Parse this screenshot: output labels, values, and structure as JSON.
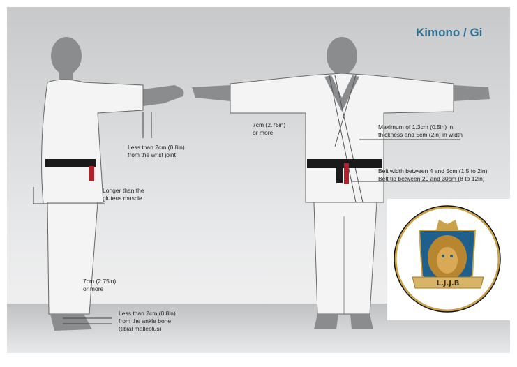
{
  "title": "Kimono / Gi",
  "annotations": {
    "wrist": [
      "Less than 2cm (0.8in)",
      "from the wrist joint"
    ],
    "gluteus": [
      "Longer than the",
      "gluteus muscle"
    ],
    "sleeve_width": [
      "7cm (2.75in)",
      "or more"
    ],
    "pants_width": [
      "7cm (2.75in)",
      "or more"
    ],
    "ankle": [
      "Less than 2cm (0.8in)",
      "from the ankle bone",
      "(tibial malleolus)"
    ],
    "lapel": [
      "Maximum of 1.3cm (0.5in) in",
      "thickness and 5cm (2in) in width"
    ],
    "belt": [
      "Belt width between 4 and 5cm (1.5 to 2in)",
      "Belt tip between 20 and 30cm (8 to 12in)"
    ]
  },
  "logo": {
    "text": "L.J.J.B",
    "colors": {
      "gold": "#c9a24a",
      "blue": "#1f5f8b"
    }
  },
  "colors": {
    "title": "#2e6f95",
    "belt": "#1a1a1a",
    "belt_tip": "#b0212a"
  }
}
